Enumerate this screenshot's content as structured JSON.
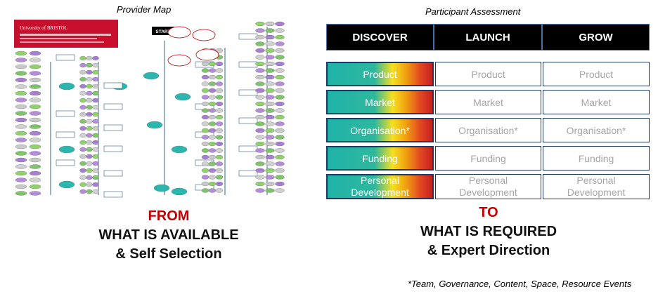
{
  "provider_map": {
    "title": "Provider Map",
    "logo_text": "University of BRISTOL",
    "start_label": "START"
  },
  "from_block": {
    "heading": "FROM",
    "line1": "WHAT IS AVAILABLE",
    "line2": "& Self Selection"
  },
  "assessment": {
    "title": "Participant Assessment",
    "columns": [
      "DISCOVER",
      "LAUNCH",
      "GROW"
    ],
    "rows": [
      {
        "discover": "Product",
        "launch": "Product",
        "grow": "Product"
      },
      {
        "discover": "Market",
        "launch": "Market",
        "grow": "Market"
      },
      {
        "discover": "Organisation*",
        "launch": "Organisation*",
        "grow": "Organisation*"
      },
      {
        "discover": "Funding",
        "launch": "Funding",
        "grow": "Funding"
      },
      {
        "discover": "Personal Development",
        "launch": "Personal Development",
        "grow": "Personal Development"
      }
    ]
  },
  "to_block": {
    "heading": "TO",
    "line1": "WHAT IS REQUIRED",
    "line2": "& Expert Direction"
  },
  "footnote": "*Team, Governance, Content, Space, Resource Events",
  "colors": {
    "accent_red": "#c00000",
    "header_bg": "#000000",
    "cell_border": "#1f3864",
    "teal": "#1fb3a8"
  }
}
